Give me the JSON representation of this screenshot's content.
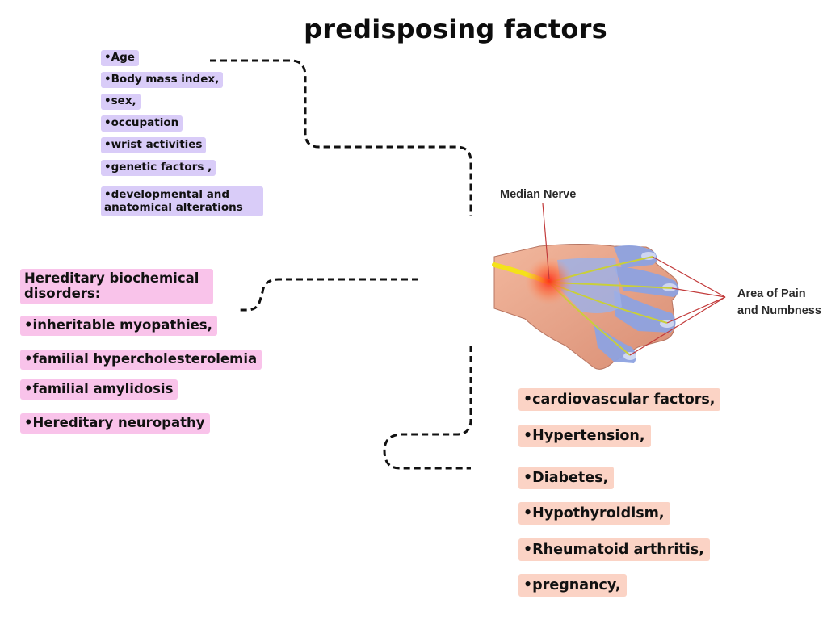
{
  "title": "predisposing factors",
  "groups": {
    "personal": {
      "items": [
        "•Age",
        "•Body mass index,",
        "•sex,",
        "•occupation",
        "•wrist activities",
        "•genetic factors ,",
        "•developmental and anatomical alterations"
      ],
      "color": "#d9ccf8"
    },
    "hereditary": {
      "heading": "Hereditary biochemical disorders:",
      "items": [
        "•inheritable myopathies,",
        "•familial hypercholesterolemia",
        "•familial amylidosis",
        "•Hereditary neuropathy"
      ],
      "color": "#f9c3ea"
    },
    "systemic": {
      "items": [
        "•cardiovascular factors,",
        "•Hypertension,",
        "•Diabetes,",
        "•Hypothyroidism,",
        "•Rheumatoid arthritis,",
        "•pregnancy,"
      ],
      "color": "#fbd3c5"
    }
  },
  "illustration": {
    "label_nerve": "Median Nerve",
    "label_area_line1": "Area of Pain",
    "label_area_line2": "and Numbness"
  }
}
